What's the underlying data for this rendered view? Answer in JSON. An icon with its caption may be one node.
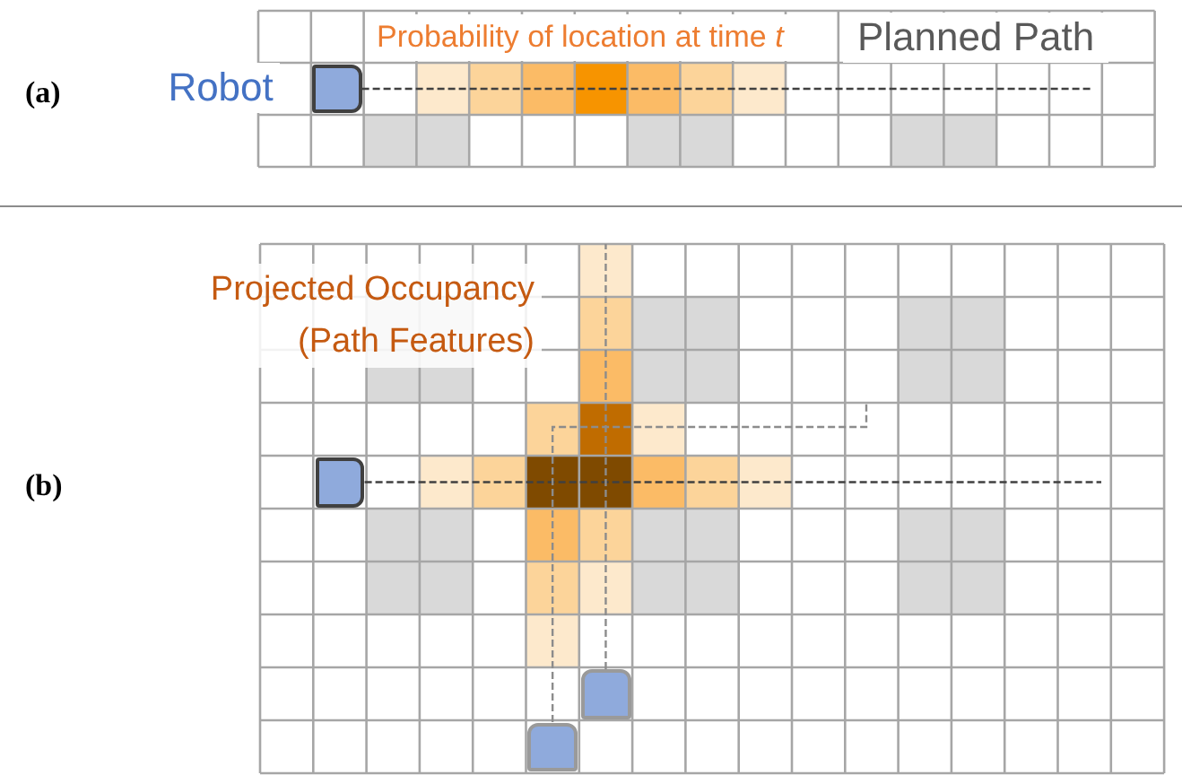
{
  "diagram": {
    "nodes": [
      {
        "text": [],
        "shape": "box",
        "beside": [
          "Robot"
        ]
      },
      {
        "text": [],
        "shape": "box"
      },
      {
        "text": [],
        "shape": "box"
      },
      {
        "text": [],
        "shape": "box"
      }
    ],
    "edges": [
      {
        "from": 0,
        "to": null,
        "arrow": "none",
        "style": "dashed"
      },
      {
        "from": 1,
        "to": null,
        "arrow": "none",
        "style": "dashed"
      },
      {
        "from": 2,
        "to": null,
        "arrow": "none",
        "style": "dashed"
      },
      {
        "from": 3,
        "to": null,
        "arrow": "none",
        "style": "dashed"
      }
    ],
    "labels": [
      "Probability of location at time *t*",
      "Planned Path",
      "(a)",
      "Projected Occupancy (Path Features)",
      "(b)"
    ]
  }
}
